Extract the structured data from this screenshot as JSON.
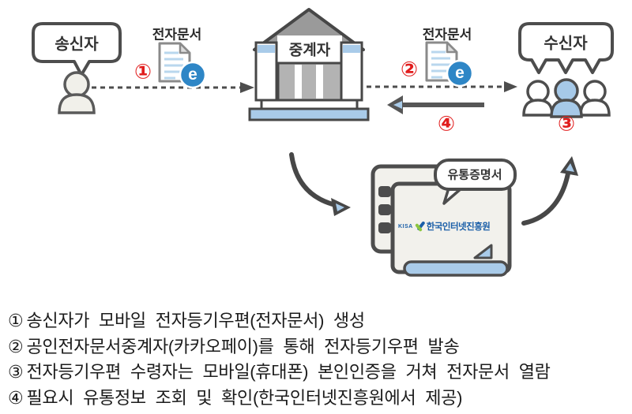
{
  "diagram": {
    "sender": {
      "label": "송신자"
    },
    "receiver": {
      "label": "수신자"
    },
    "relay": {
      "label": "중계자"
    },
    "doc_left": {
      "label": "전자문서",
      "badge": "e"
    },
    "doc_right": {
      "label": "전자문서",
      "badge": "e"
    },
    "certificate": {
      "label": "유통증명서",
      "org_abbr": "KISA",
      "org_name": "한국인터넷진흥원"
    },
    "markers": {
      "m1": "①",
      "m2": "②",
      "m3": "③",
      "m4": "④"
    }
  },
  "steps": [
    {
      "num": "①",
      "text": "송신자가 모바일 전자등기우편(전자문서) 생성"
    },
    {
      "num": "②",
      "text": "공인전자문서중계자(카카오페이)를 통해 전자등기우편 발송"
    },
    {
      "num": "③",
      "text": "전자등기우편 수령자는 모바일(휴대폰) 본인인증을 거쳐 전자문서 열람"
    },
    {
      "num": "④",
      "text": "필요시 유통정보 조회 및 확인(한국인터넷진흥원에서 제공)"
    }
  ],
  "colors": {
    "outline": "#4d4d4d",
    "light_blue": "#a9cbe9",
    "badge_blue": "#2e86c6",
    "doc_line_blue": "#b9d7ee",
    "marker_red": "#e11d1d",
    "roof_gray": "#9a9a9a",
    "column_gray": "#b3b3b3",
    "kisa_blue": "#1b5fa8",
    "kisa_green": "#8cc63f"
  }
}
